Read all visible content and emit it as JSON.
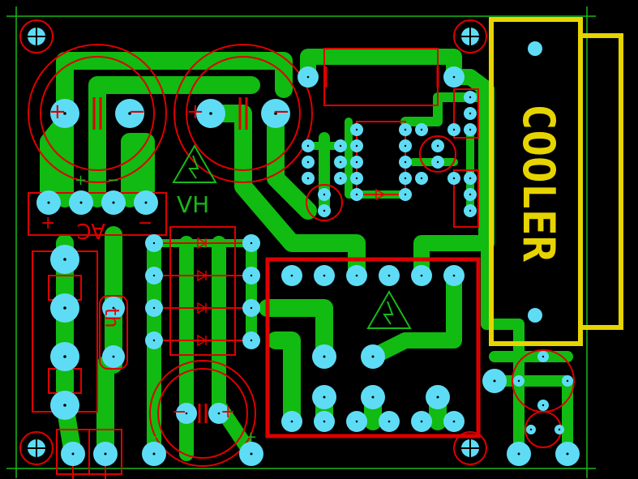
{
  "colors": {
    "background": "#000000",
    "copper": "#11bb11",
    "pad": "#5fdcf5",
    "silkscreen": "#dd0000",
    "board_outline": "#18b818",
    "component_outline_yellow": "#e6d400"
  },
  "labels": {
    "cooler": "COOLER",
    "ac": "AC",
    "vh": "VH",
    "th": "th",
    "plus": "+",
    "minus": "−"
  },
  "icons": [
    "mounting-hole-icon",
    "high-voltage-warning-icon",
    "diode-symbol-icon",
    "electrolytic-capacitor-icon",
    "connector-arrow-icon"
  ]
}
